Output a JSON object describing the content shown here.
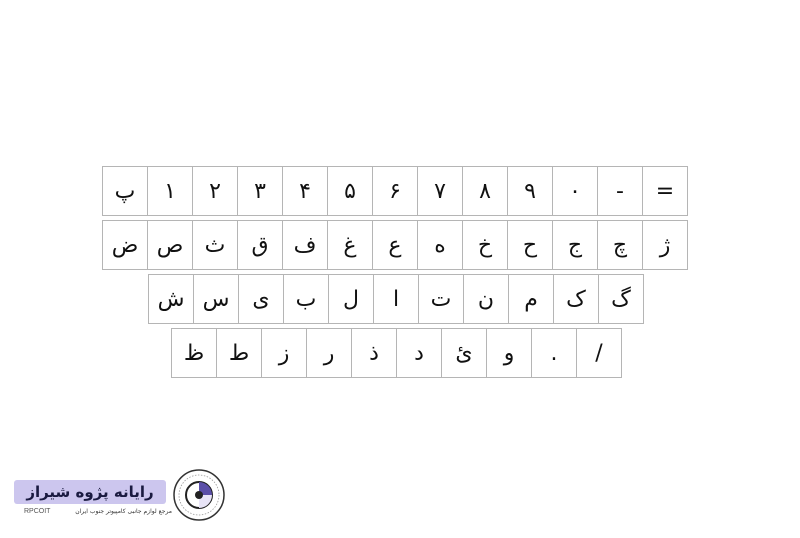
{
  "keyboard": {
    "rows": [
      [
        "پ",
        "۱",
        "۲",
        "۳",
        "۴",
        "۵",
        "۶",
        "۷",
        "۸",
        "۹",
        "۰",
        "-",
        "="
      ],
      [
        "ض",
        "ص",
        "ث",
        "ق",
        "ف",
        "غ",
        "ع",
        "ه",
        "خ",
        "ح",
        "ج",
        "چ",
        "ژ"
      ],
      [
        "ش",
        "س",
        "ی",
        "ب",
        "ل",
        "ا",
        "ت",
        "ن",
        "م",
        "ک",
        "گ"
      ],
      [
        "ظ",
        "ط",
        "ز",
        "ر",
        "ذ",
        "د",
        "ئ",
        "و",
        ".",
        "/"
      ]
    ]
  },
  "brand": {
    "title": "رایانه پژوه شیراز",
    "tagline": "مرجع لوازم جانبی کامپیوتر جنوب ایران",
    "abbr": "RPCOIT",
    "accent": "#ccc6ee",
    "emblem_color": "#5b4fa8"
  }
}
